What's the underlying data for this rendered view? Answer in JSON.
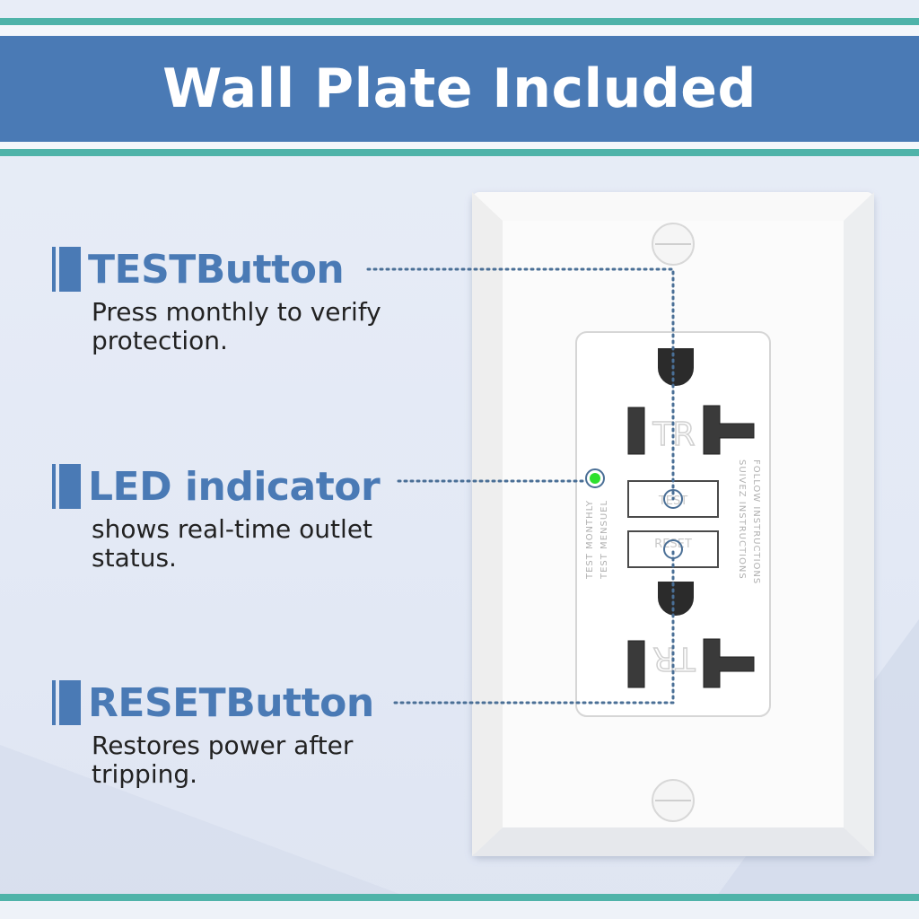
{
  "banner": {
    "title": "Wall Plate Included"
  },
  "features": [
    {
      "title": "TESTButton",
      "description": "Press monthly to verify protection."
    },
    {
      "title": "LED indicator",
      "description": "shows real-time outlet status."
    },
    {
      "title": "RESETButton",
      "description": "Restores power after tripping."
    }
  ],
  "outlet": {
    "tr_label": "TR",
    "test_button_label": "TEST",
    "reset_button_label": "RESET",
    "left_text_1": "TEST MONTHLY",
    "left_text_2": "TEST MENSUEL",
    "right_text_1": "FOLLOW INSTRUCTIONS",
    "right_text_2": "SUIVEZ INSTRUCTIONS"
  },
  "colors": {
    "accent": "#4a7ab5",
    "stripe": "#4fb3a9",
    "led": "#2ee02e",
    "callout_line": "#4a6f96"
  }
}
